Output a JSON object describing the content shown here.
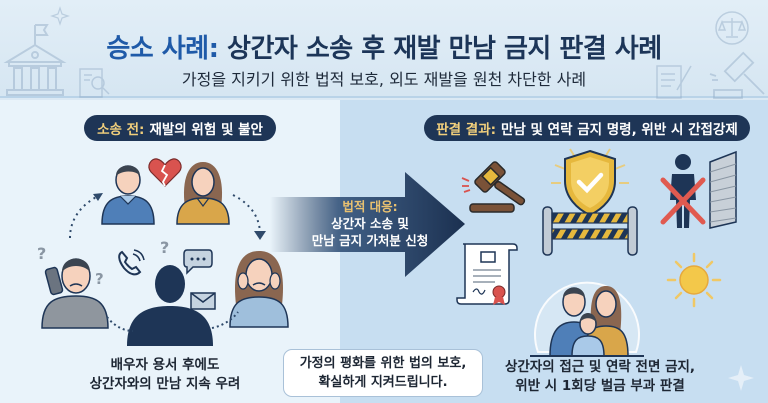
{
  "header": {
    "title_prefix": "승소 사례:",
    "title_main": " 상간자 소송 후 재발 만남 금지 판결 사례",
    "subtitle": "가정을 지키기 위한 법적 보호, 외도 재발을 원천 차단한 사례"
  },
  "left": {
    "badge_label": "소송 전:",
    "badge_text": "재발의 위험 및 불안",
    "caption_line1": "배우자 용서 후에도",
    "caption_line2": "상간자와의 만남 지속 우려"
  },
  "arrow": {
    "label": "법적 대응:",
    "line1": "상간자 소송 및",
    "line2": "만남 금지 가처분 신청"
  },
  "right": {
    "badge_label": "판결 결과:",
    "badge_text": "만남 및 연락 금지 명령, 위반 시 간접강제",
    "caption_line1": "상간자의 접근 및 연락 전면 금지,",
    "caption_line2": "위반 시 1회당 벌금 부과 판결"
  },
  "callout": {
    "line1": "가정의 평화를 위한 법의 보호,",
    "line2": "확실하게 지켜드립니다."
  },
  "colors": {
    "navy": "#1e3556",
    "title_blue": "#1f5aa8",
    "gold": "#f1cf7c",
    "left_bg": "#e9f3fa",
    "right_bg": "#c7def1"
  }
}
